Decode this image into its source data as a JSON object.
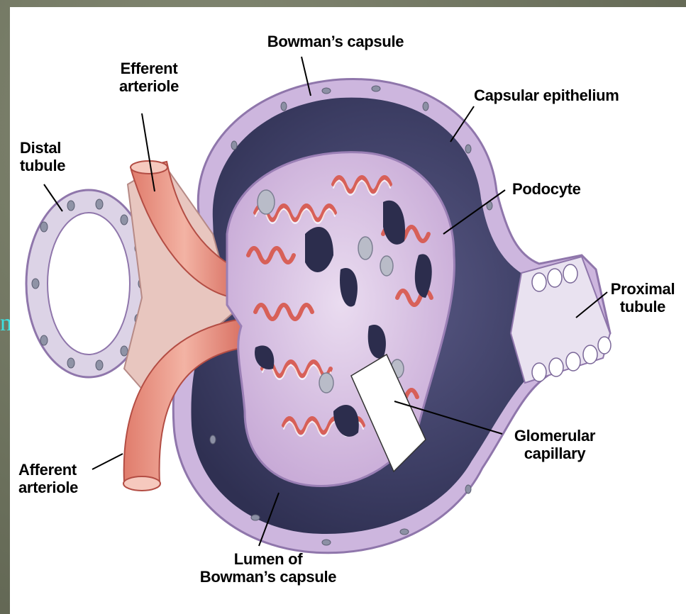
{
  "labels": {
    "bowmans_capsule": "Bowman’s capsule",
    "efferent_l1": "Efferent",
    "efferent_l2": "arteriole",
    "capsular_epithelium": "Capsular epithelium",
    "distal_l1": "Distal",
    "distal_l2": "tubule",
    "podocyte": "Podocyte",
    "proximal_l1": "Proximal",
    "proximal_l2": "tubule",
    "glomerular_l1": "Glomerular",
    "glomerular_l2": "capillary",
    "afferent_l1": "Afferent",
    "afferent_l2": "arteriole",
    "lumen_l1": "Lumen of",
    "lumen_l2": "Bowman’s capsule"
  },
  "stray_text": "n",
  "colors": {
    "background": "#6f7460",
    "panel": "#ffffff",
    "capsule_outer": "#c9b4dc",
    "capsule_dark": "#3e3f66",
    "podocyte": "#d8bfe0",
    "capillary": "#e47c72",
    "arteriole": "#e99a88",
    "tubule": "#e9e3ef"
  }
}
